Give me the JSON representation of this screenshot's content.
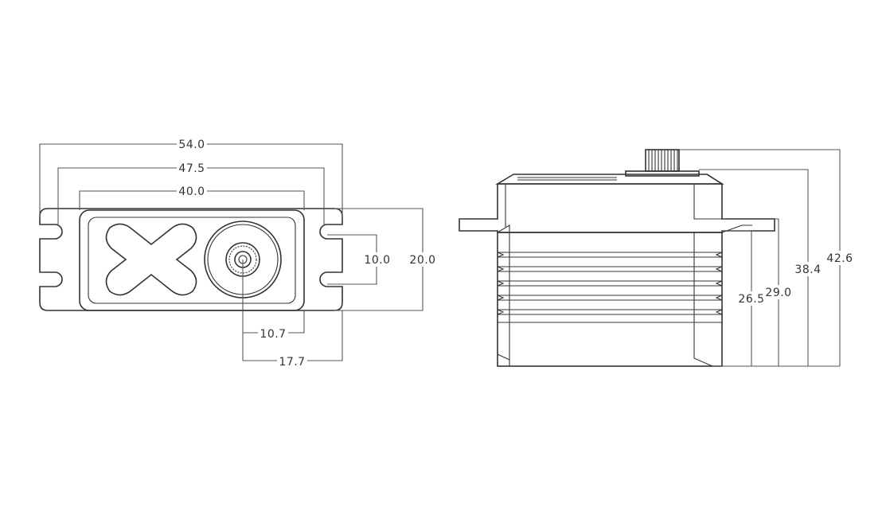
{
  "dimensions": {
    "top_view": {
      "overall_width": "54.0",
      "mount_hole_spacing": "47.5",
      "body_width": "40.0",
      "hole_pitch": "10.0",
      "body_depth": "20.0",
      "shaft_to_body_edge": "10.7",
      "shaft_to_tab_edge": "17.7"
    },
    "side_view": {
      "total_height": "42.6",
      "height_to_case_top": "38.4",
      "height_to_tab_top": "29.0",
      "height_to_tab_bottom": "26.5"
    }
  },
  "colors": {
    "line": "#333333",
    "background": "#ffffff"
  }
}
